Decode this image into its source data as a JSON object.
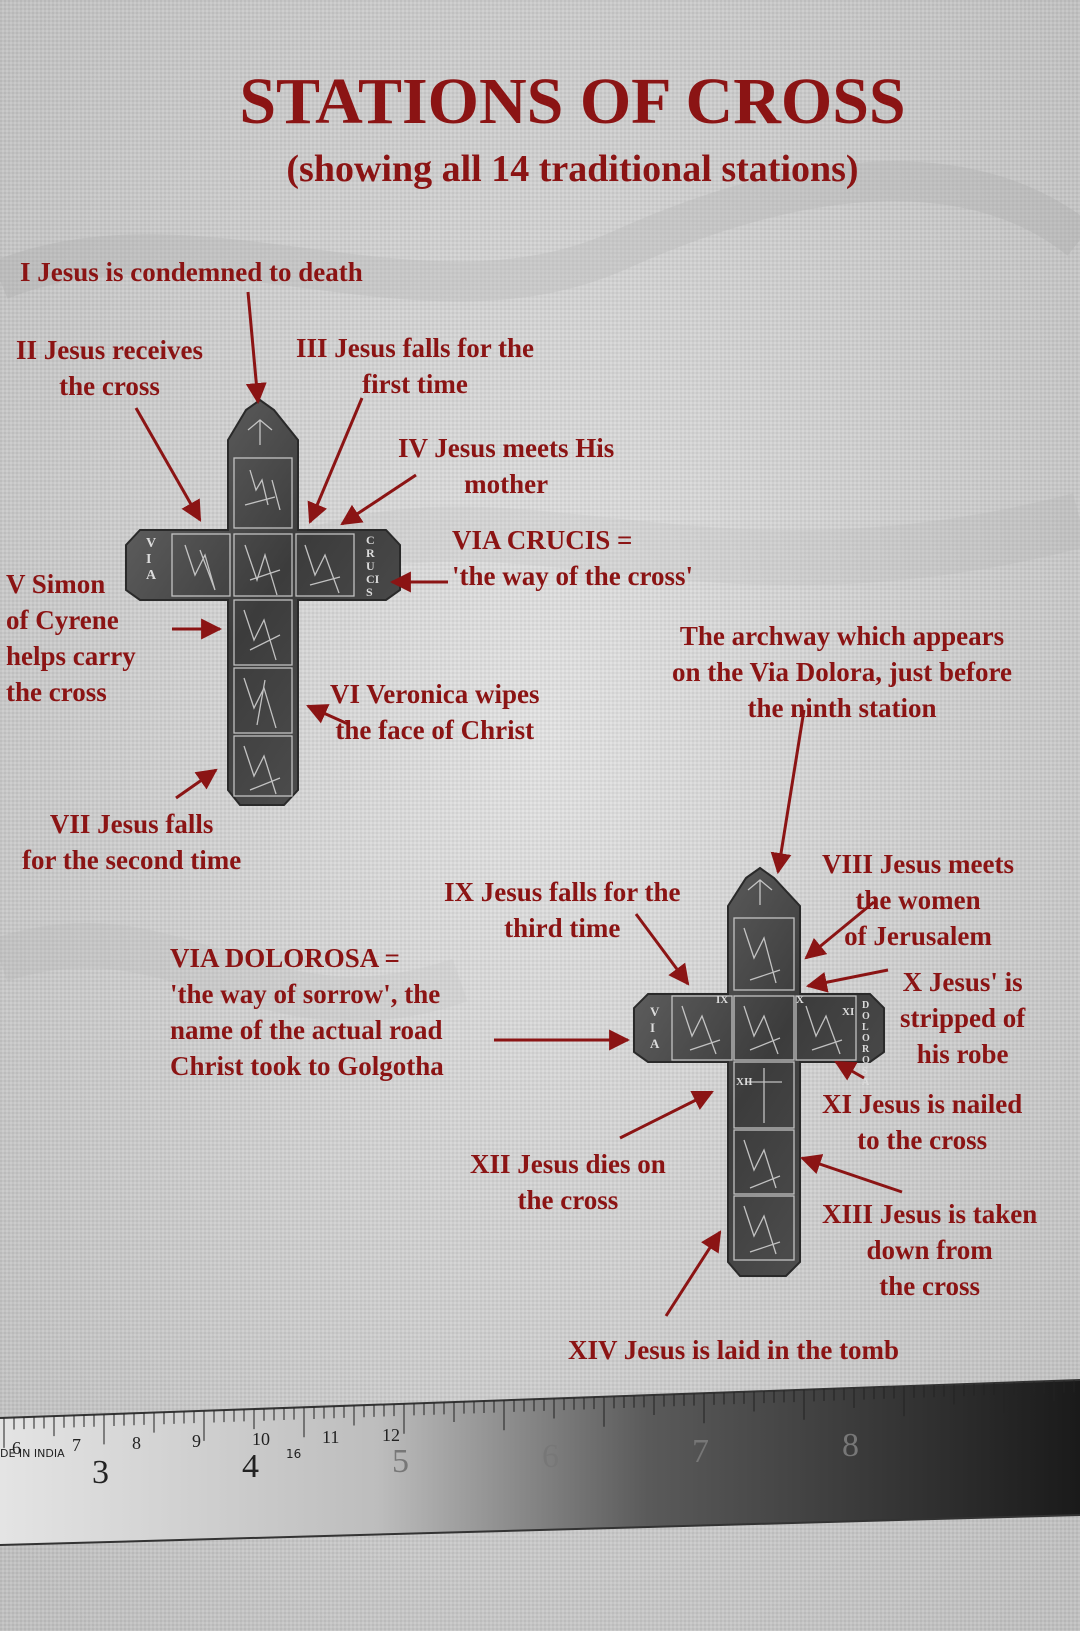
{
  "title": "STATIONS OF CROSS",
  "subtitle": "(showing all 14 traditional stations)",
  "colors": {
    "label": "#8b1414",
    "background": "#d8d8d8",
    "cross": "#4a4a4a",
    "ruler": "#2b2b2b"
  },
  "labels": {
    "s1": "I Jesus is condemned to death",
    "s2": "II Jesus receives\nthe cross",
    "s3": "III Jesus falls for the\nfirst time",
    "s4": "IV Jesus meets His\nmother",
    "via_crucis": "VIA CRUCIS =\n'the way of the cross'",
    "s5": "V Simon\nof Cyrene\nhelps carry\nthe cross",
    "archway": "The archway which appears\non the Via Dolora, just before\nthe ninth station",
    "s6": "VI Veronica wipes\nthe face of Christ",
    "s7": "VII Jesus falls\nfor the second time",
    "s8": "VIII Jesus meets\nthe women\nof Jerusalem",
    "s9": "IX Jesus falls for the\nthird time",
    "via_dolorosa": "VIA DOLOROSA =\n'the way of sorrow', the\nname of the actual road\nChrist took to Golgotha",
    "s10": "X Jesus' is\nstripped of\nhis robe",
    "s11": "XI Jesus is nailed\nto the cross",
    "s12": "XII Jesus dies on\nthe cross",
    "s13": "XIII Jesus is taken\ndown from\nthe cross",
    "s14": "XIV Jesus is laid in the tomb"
  },
  "cross_upper": {
    "arm_left": "VIA",
    "arm_right": "CRUCIS"
  },
  "cross_lower": {
    "arm_left": "VIA",
    "arm_right": "DOLOROSA",
    "nums": [
      "IX",
      "X",
      "XI",
      "XII"
    ]
  },
  "ruler": {
    "cm_labels": [
      "6",
      "7",
      "8",
      "9",
      "10",
      "11",
      "12"
    ],
    "inch_labels": [
      "3",
      "4",
      "5",
      "6",
      "7",
      "8"
    ],
    "made_in": "DE IN INDIA",
    "sixteenths": "16"
  }
}
